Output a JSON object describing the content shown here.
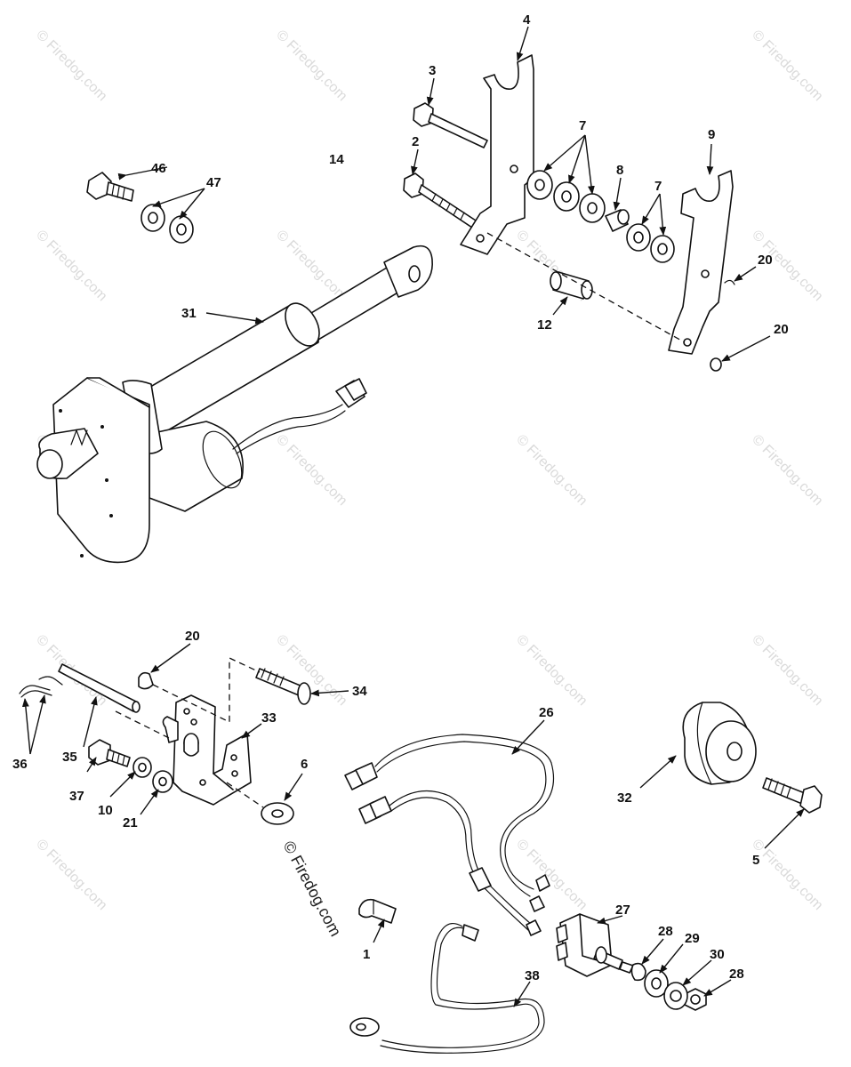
{
  "watermark": "© Firedog.com",
  "callouts": {
    "c1": "1",
    "c2": "2",
    "c3": "3",
    "c4": "4",
    "c5": "5",
    "c6": "6",
    "c7a": "7",
    "c7b": "7",
    "c8": "8",
    "c9": "9",
    "c10": "10",
    "c12": "12",
    "c14": "14",
    "c20a": "20",
    "c20b": "20",
    "c20c": "20",
    "c21": "21",
    "c26": "26",
    "c27": "27",
    "c28a": "28",
    "c28b": "28",
    "c29": "29",
    "c30": "30",
    "c31": "31",
    "c32": "32",
    "c33": "33",
    "c34": "34",
    "c35": "35",
    "c36": "36",
    "c37": "37",
    "c38": "38",
    "c46": "46",
    "c47": "47"
  }
}
